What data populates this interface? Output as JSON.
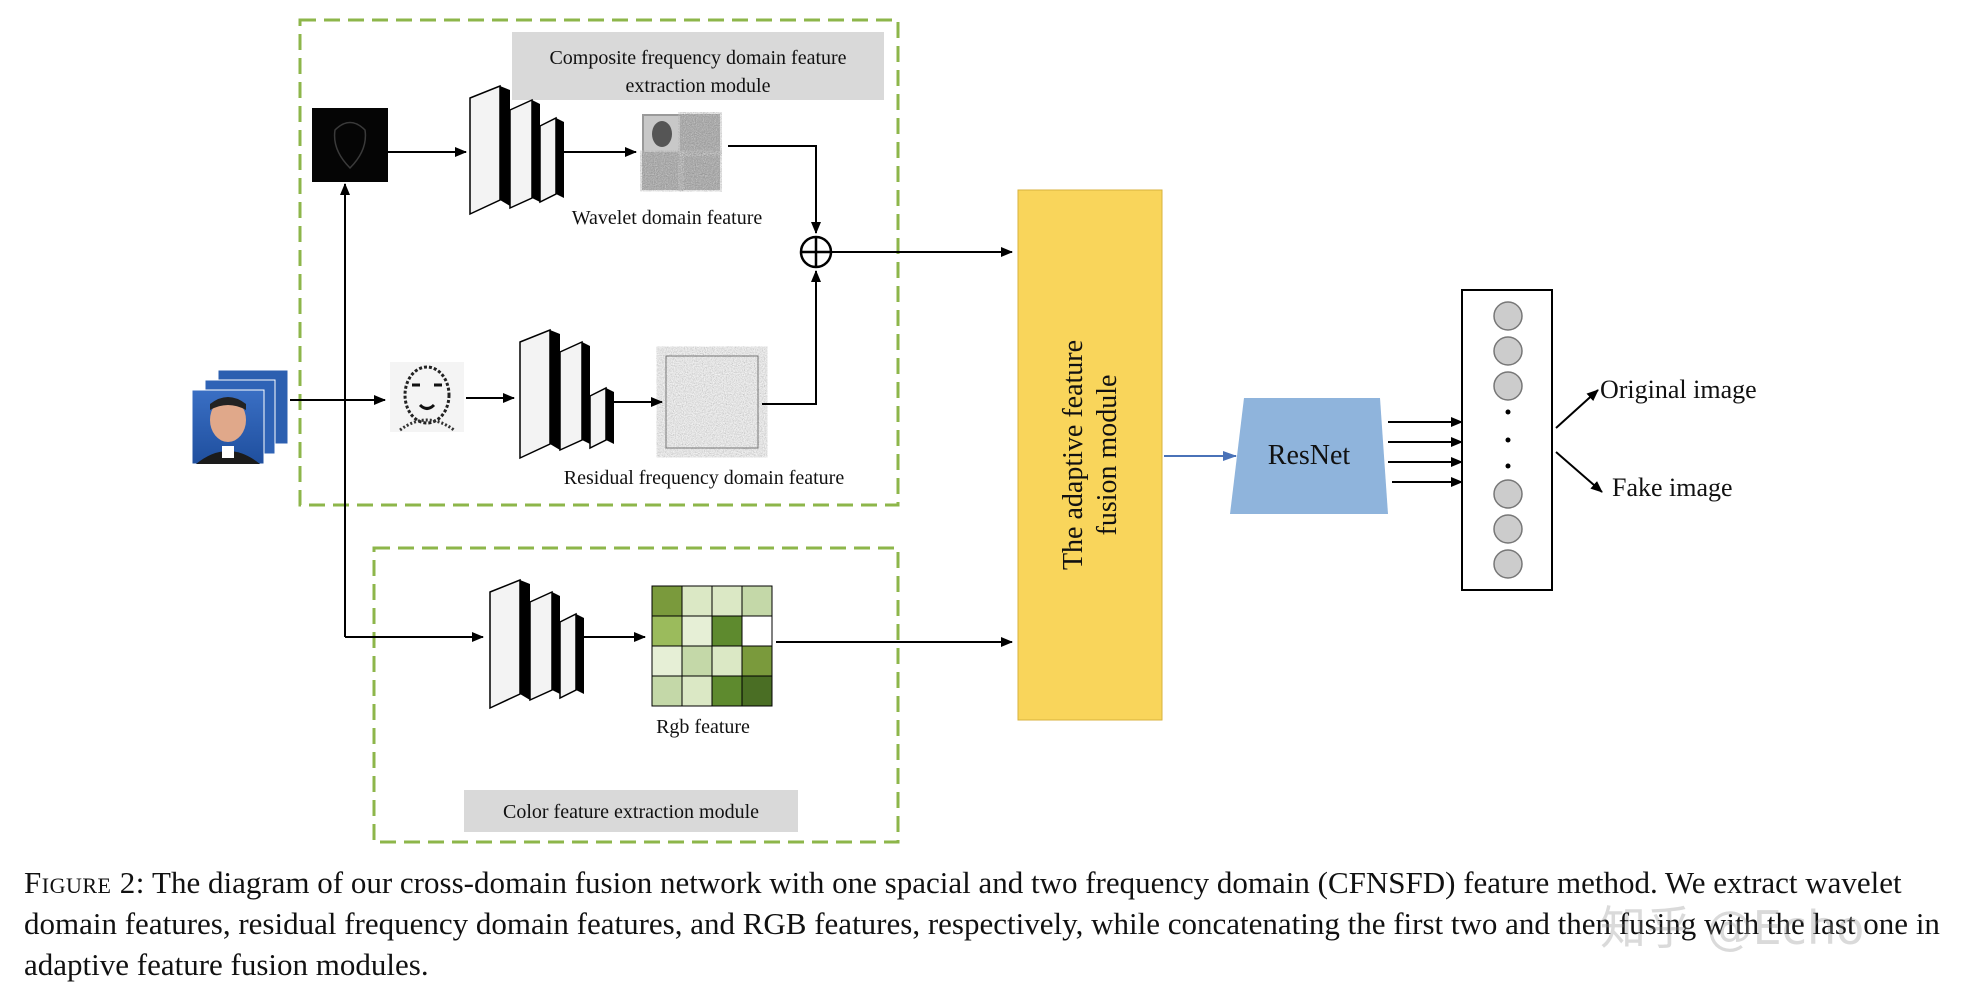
{
  "modules": {
    "composite_title_line1": "Composite frequency domain feature",
    "composite_title_line2": "extraction module",
    "color_title": "Color feature extraction module",
    "fusion_line1": "The adaptive feature",
    "fusion_line2": "fusion module"
  },
  "features": {
    "wavelet": "Wavelet domain feature",
    "residual": "Residual frequency domain feature",
    "rgb": "Rgb feature"
  },
  "backbone": "ResNet",
  "outputs": {
    "original": "Original image",
    "fake": "Fake image"
  },
  "colors": {
    "dashed_border": "#8db64a",
    "label_box": "#d9d9d9",
    "fusion_box": "#f9d55b",
    "resnet": "#8fb4dc",
    "neuron": "#cccccc"
  },
  "rgb_grid_colors": [
    [
      "#7a9a3c",
      "#dbe8c5",
      "#dbe8c5",
      "#c4d8a8"
    ],
    [
      "#9bbb5c",
      "#e6efd6",
      "#5e8a2e",
      "#ffffff"
    ],
    [
      "#e6efd6",
      "#c4d8a8",
      "#dbe8c5",
      "#7a9a3c"
    ],
    [
      "#c4d8a8",
      "#dbe8c5",
      "#5e8a2e",
      "#4a6e24"
    ]
  ],
  "caption": {
    "label": "Figure 2:",
    "text": " The diagram of our cross-domain fusion network with one spacial and two frequency domain (CFNSFD) feature method. We extract wavelet domain features, residual frequency domain features, and RGB features, respectively, while concatenating the first two and then fusing with the last one in adaptive feature fusion modules."
  },
  "watermark": "知乎 @Echo"
}
